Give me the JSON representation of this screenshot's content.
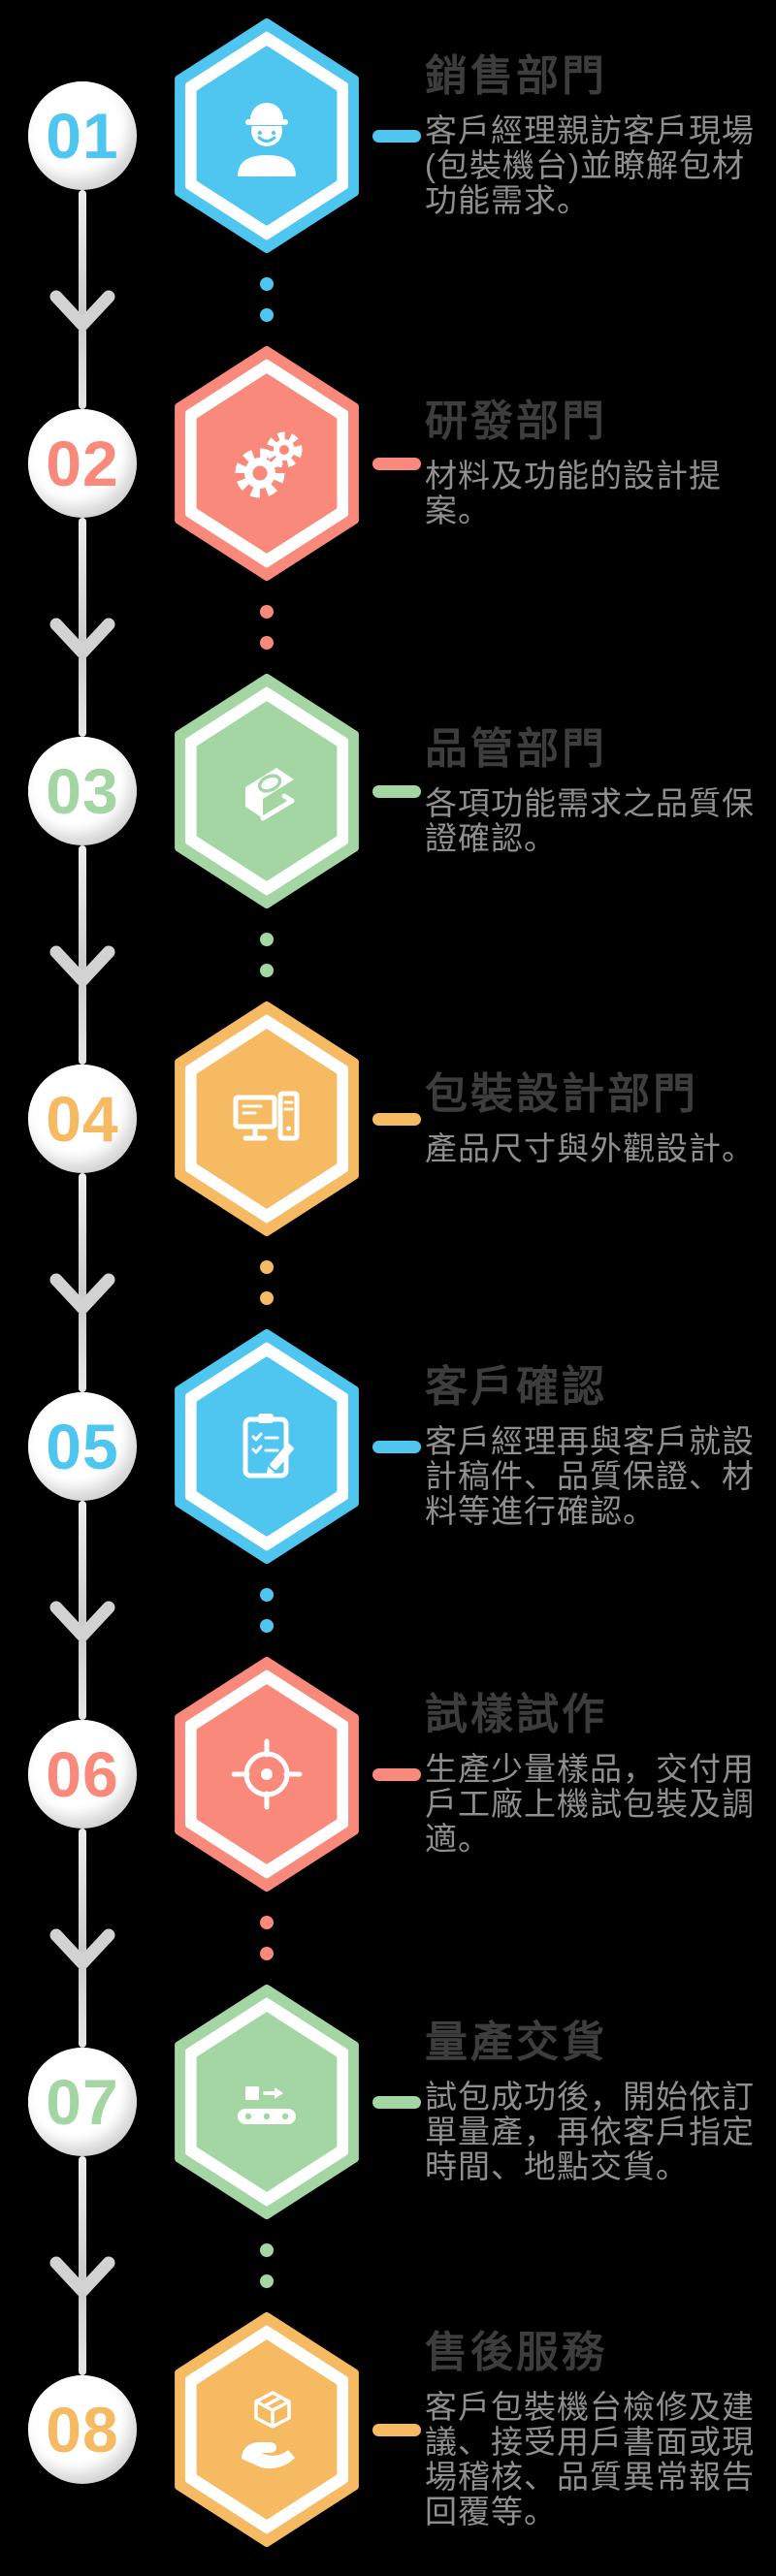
{
  "page": {
    "background": "#000000",
    "rail_color": "#d2d2d2",
    "title_color": "#3d3d3d",
    "description_color": "#8f8f8f"
  },
  "steps": [
    {
      "number": "01",
      "accent": "#4EC6EF",
      "title": "銷售部門",
      "description": "客戶經理親訪客戶現場(包裝機台)並瞭解包材功能需求。",
      "icon": "salesperson-icon"
    },
    {
      "number": "02",
      "accent": "#F9897B",
      "title": "研發部門",
      "description": "材料及功能的設計提案。",
      "icon": "gears-icon"
    },
    {
      "number": "03",
      "accent": "#A3D6A2",
      "title": "品管部門",
      "description": "各項功能需求之品質保證確認。",
      "icon": "inspection-machine-icon"
    },
    {
      "number": "04",
      "accent": "#F6BA63",
      "title": "包裝設計部門",
      "description": "產品尺寸與外觀設計。",
      "icon": "desktop-computer-icon"
    },
    {
      "number": "05",
      "accent": "#4EC6EF",
      "title": "客戶確認",
      "description": "客戶經理再與客戶就設計稿件、品質保證、材料等進行確認。",
      "icon": "clipboard-checklist-icon"
    },
    {
      "number": "06",
      "accent": "#F9897B",
      "title": "試樣試作",
      "description": "生產少量樣品，交付用戶工廠上機試包裝及調適。",
      "icon": "target-icon"
    },
    {
      "number": "07",
      "accent": "#A3D6A2",
      "title": "量產交貨",
      "description": "試包成功後，開始依訂單量產，再依客戶指定時間、地點交貨。",
      "icon": "conveyor-icon"
    },
    {
      "number": "08",
      "accent": "#F6BA63",
      "title": "售後服務",
      "description": "客戶包裝機台檢修及建議、接受用戶書面或現場稽核、品質異常報告回覆等。",
      "icon": "hand-box-icon"
    }
  ]
}
